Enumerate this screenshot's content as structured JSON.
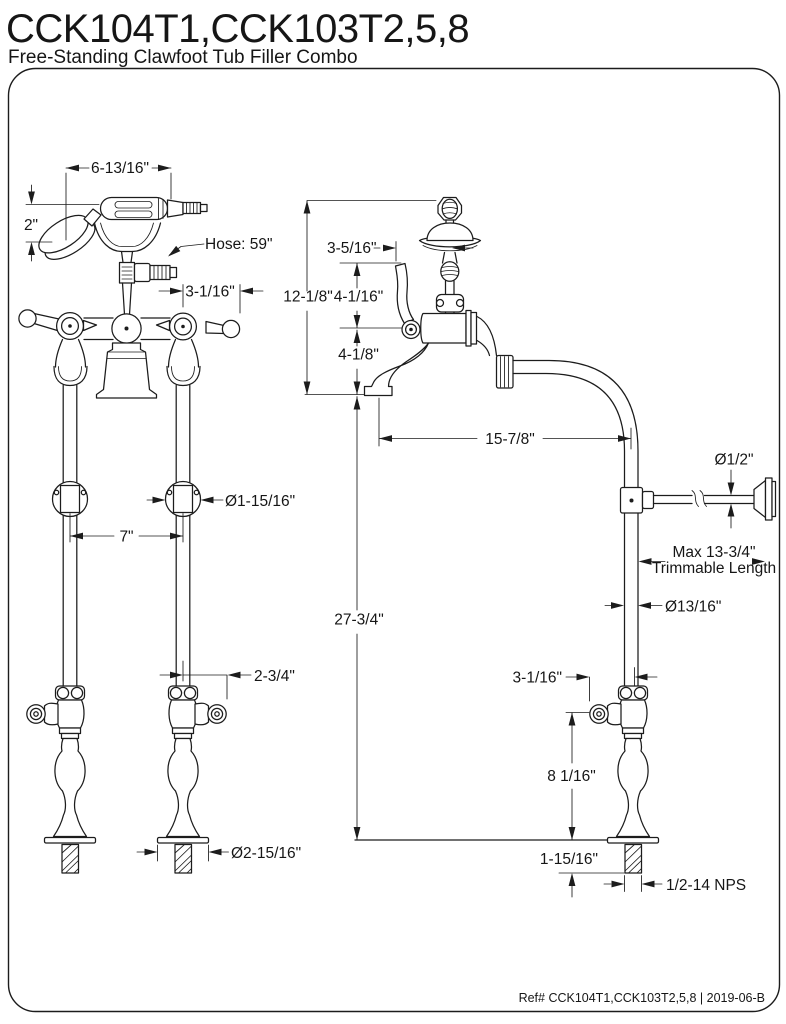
{
  "header": {
    "model": "CCK104T1,CCK103T2,5,8",
    "subtitle": "Free-Standing Clawfoot Tub Filler Combo"
  },
  "footer": {
    "ref": "Ref# CCK104T1,CCK103T2,5,8 | 2019-06-B"
  },
  "colors": {
    "ink": "#1c1c1c",
    "paper": "#ffffff"
  },
  "front_view": {
    "dims": {
      "overall_width": "6-13/16\"",
      "head_depth": "2\"",
      "hose_length": "Hose: 59\"",
      "handle_projection": "3-1/16\"",
      "bracket_diameter": "Ø1-15/16\"",
      "column_spacing": "7\"",
      "valve_handle_projection": "2-3/4\"",
      "flange_diameter": "Ø2-15/16\""
    }
  },
  "side_view": {
    "dims": {
      "lever_to_handshower": "3-5/16\"",
      "faucet_height": "12-1/8\"",
      "cradle_to_center": "4-1/16\"",
      "center_to_spout": "4-1/8\"",
      "spout_reach": "15-7/8\"",
      "rod_diameter": "Ø1/2\"",
      "trim_max": "Max 13-3/4\"",
      "trim_label": "Trimmable Length",
      "pipe_diameter": "Ø13/16\"",
      "floor_to_spout": "27-3/4\"",
      "valve_handle_reach": "3-1/16\"",
      "valve_height": "8 1/16\"",
      "below_floor": "1-15/16\"",
      "thread_spec": "1/2-14 NPS"
    }
  }
}
